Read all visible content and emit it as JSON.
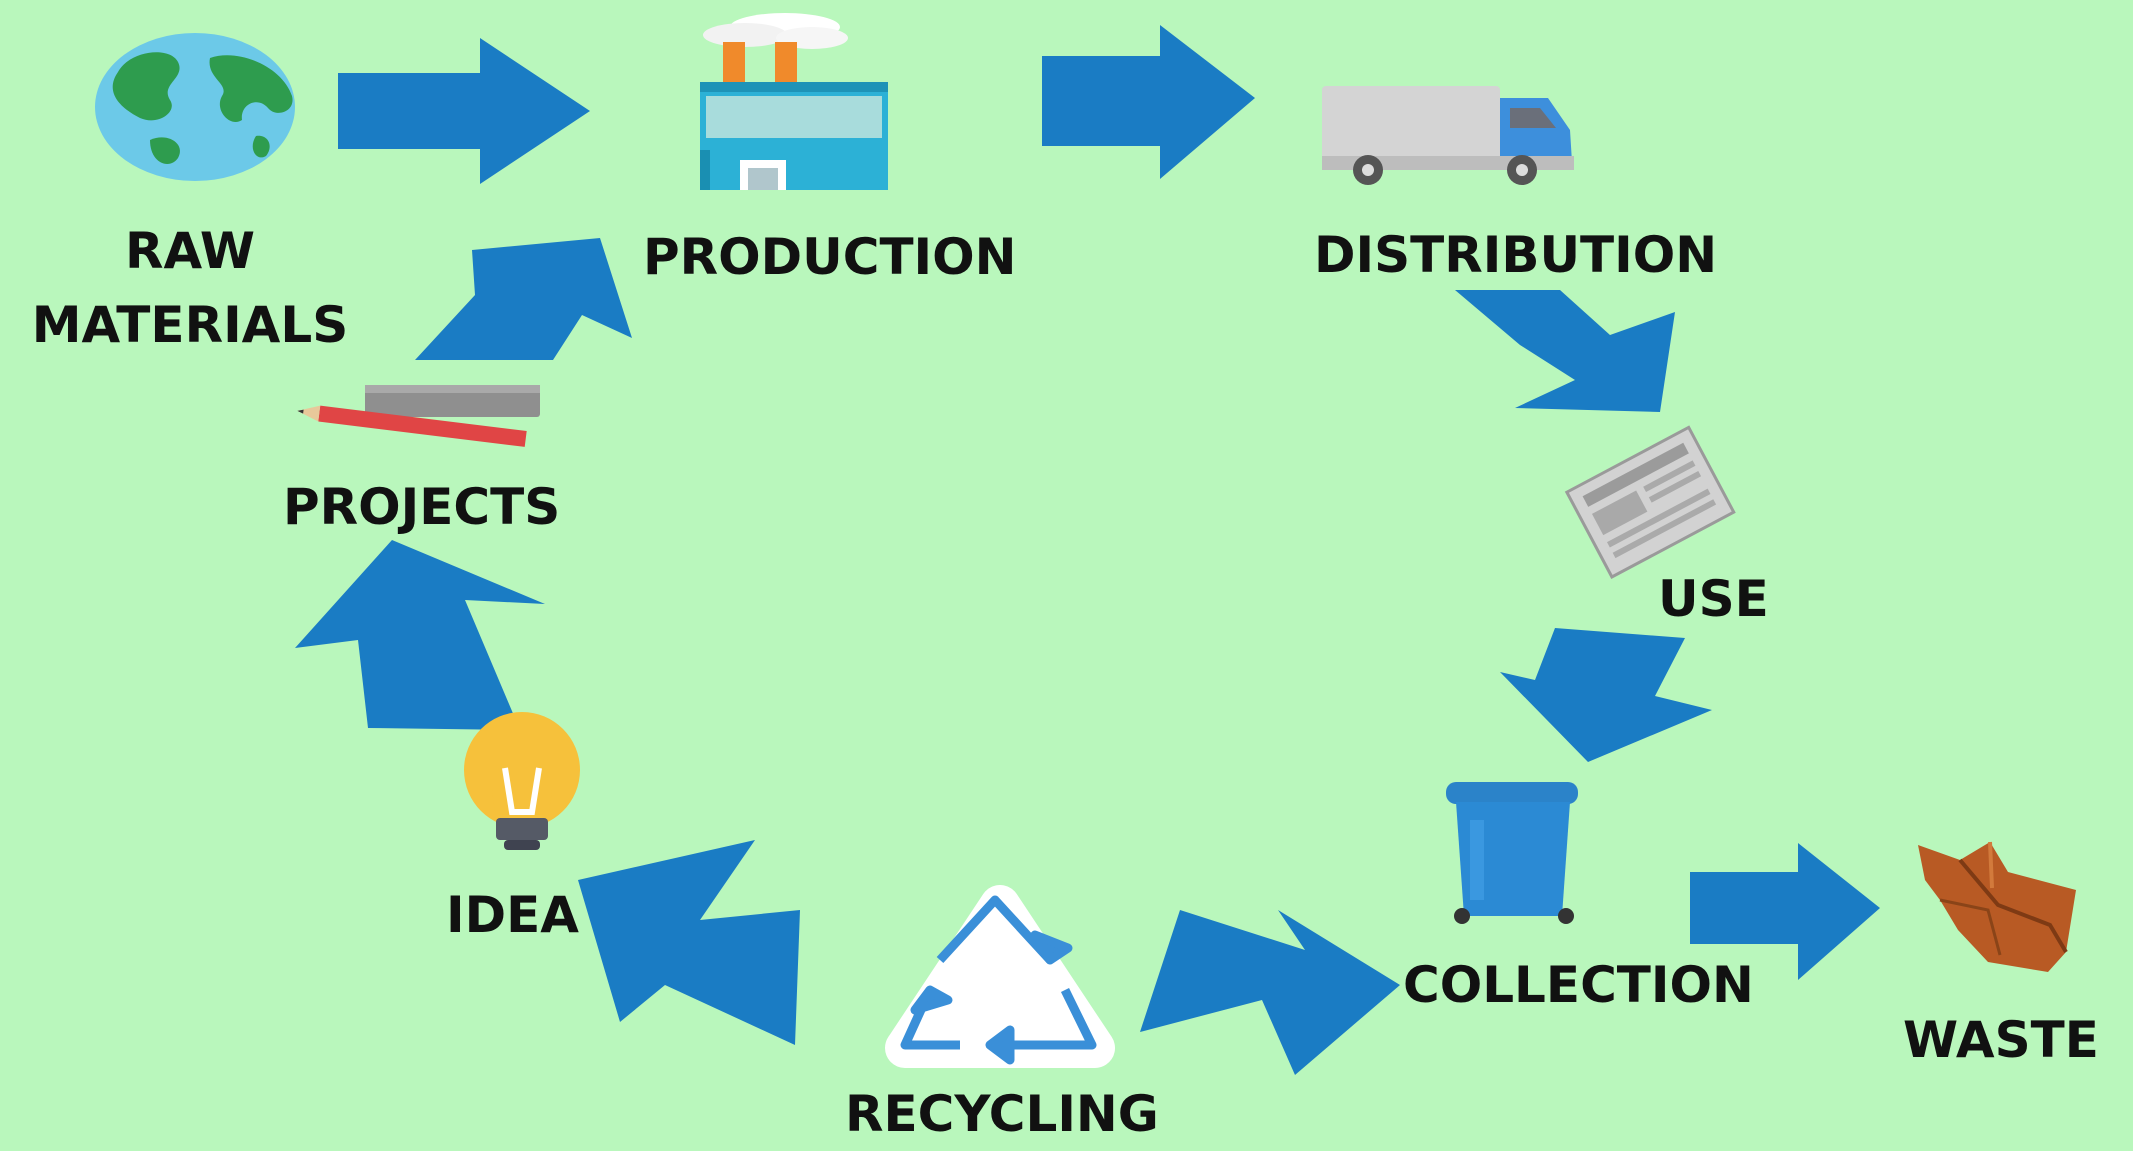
{
  "colors": {
    "background": "#b9f7bc",
    "arrow": "#1a7cc4",
    "text": "#111111"
  },
  "stages": {
    "raw_materials": {
      "line1": "RAW",
      "line2": "MATERIALS",
      "icon": "globe-icon"
    },
    "production": {
      "label": "PRODUCTION",
      "icon": "factory-icon"
    },
    "distribution": {
      "label": "DISTRIBUTION",
      "icon": "truck-icon"
    },
    "use": {
      "label": "USE",
      "icon": "newspaper-icon"
    },
    "collection": {
      "label": "COLLECTION",
      "icon": "bin-icon"
    },
    "waste": {
      "label": "WASTE",
      "icon": "crumpled-paper-icon"
    },
    "recycling": {
      "label": "RECYCLING",
      "icon": "recycle-icon"
    },
    "idea": {
      "label": "IDEA",
      "icon": "lightbulb-icon"
    },
    "projects": {
      "label": "PROJECTS",
      "icon": "pencil-ruler-icon"
    }
  }
}
